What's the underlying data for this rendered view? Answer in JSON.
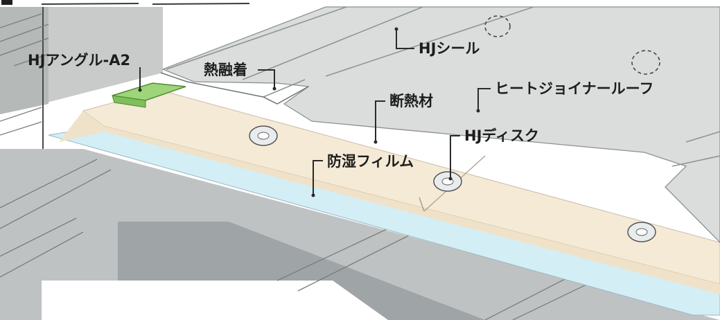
{
  "diagram": {
    "labels": {
      "hj_angle": "HJアングル-A2",
      "heat_fusion": "熱融着",
      "hj_seal": "HJシール",
      "heat_joiner_roof": "ヒートジョイナールーフ",
      "insulation": "断熱材",
      "hj_disc": "HJディスク",
      "moisture_film": "防湿フィルム"
    },
    "colors": {
      "roof_sheet": "#dbdddc",
      "insulation": "#f5ead6",
      "moisture_film": "#d4eef6",
      "hj_angle": "#9ed47a",
      "wall": "#cdd0cf",
      "beam": "#b9bcbd",
      "header_bar": "#1f1f1f"
    }
  }
}
